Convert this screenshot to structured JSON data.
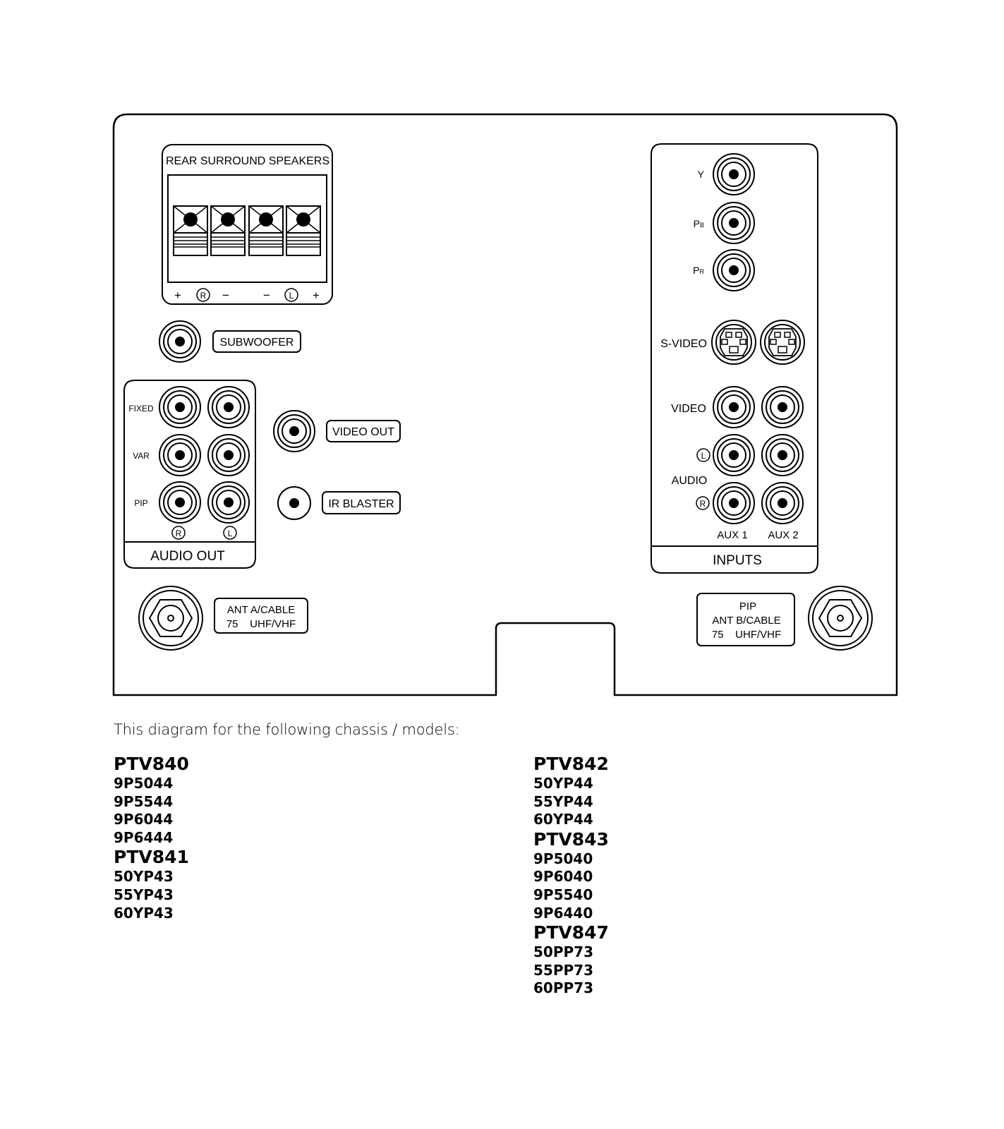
{
  "panel": {
    "rear_surround_title": "REAR SURROUND SPEAKERS",
    "speaker_marks": {
      "plus_left": "+",
      "r": "R",
      "minus_1": "−",
      "minus_2": "−",
      "l": "L",
      "plus_right": "+"
    },
    "subwoofer": "SUBWOOFER",
    "audio_out": {
      "rows": [
        "FIXED",
        "VAR",
        "PIP"
      ],
      "channel_r": "R",
      "channel_l": "L",
      "title": "AUDIO OUT"
    },
    "video_out": "VIDEO OUT",
    "ir_blaster": "IR BLASTER",
    "ant_a": {
      "line1": "ANT A/CABLE",
      "line2": "75    UHF/VHF"
    },
    "inputs": {
      "y": "Y",
      "pb_main": "P",
      "pb_sub": "B",
      "pr_main": "P",
      "pr_sub": "R",
      "s_video": "S-VIDEO",
      "video": "VIDEO",
      "audio": "AUDIO",
      "audio_l": "L",
      "audio_r": "R",
      "aux1": "AUX 1",
      "aux2": "AUX 2",
      "title": "INPUTS"
    },
    "pip_ant_b": {
      "line1": "PIP",
      "line2": "ANT B/CABLE",
      "line3": "75    UHF/VHF"
    }
  },
  "caption": "This diagram for the following chassis / models:",
  "models_left": [
    {
      "text": "PTV840",
      "chassis": true
    },
    {
      "text": "9P5044",
      "chassis": false
    },
    {
      "text": "9P5544",
      "chassis": false
    },
    {
      "text": "9P6044",
      "chassis": false
    },
    {
      "text": "9P6444",
      "chassis": false
    },
    {
      "text": "PTV841",
      "chassis": true
    },
    {
      "text": "50YP43",
      "chassis": false
    },
    {
      "text": "55YP43",
      "chassis": false
    },
    {
      "text": "60YP43",
      "chassis": false
    }
  ],
  "models_right": [
    {
      "text": "PTV842",
      "chassis": true
    },
    {
      "text": "50YP44",
      "chassis": false
    },
    {
      "text": "55YP44",
      "chassis": false
    },
    {
      "text": "60YP44",
      "chassis": false
    },
    {
      "text": "PTV843",
      "chassis": true
    },
    {
      "text": "9P5040",
      "chassis": false
    },
    {
      "text": "9P6040",
      "chassis": false
    },
    {
      "text": "9P5540",
      "chassis": false
    },
    {
      "text": "9P6440",
      "chassis": false
    },
    {
      "text": "PTV847",
      "chassis": true
    },
    {
      "text": "50PP73",
      "chassis": false
    },
    {
      "text": "55PP73",
      "chassis": false
    },
    {
      "text": "60PP73",
      "chassis": false
    }
  ]
}
